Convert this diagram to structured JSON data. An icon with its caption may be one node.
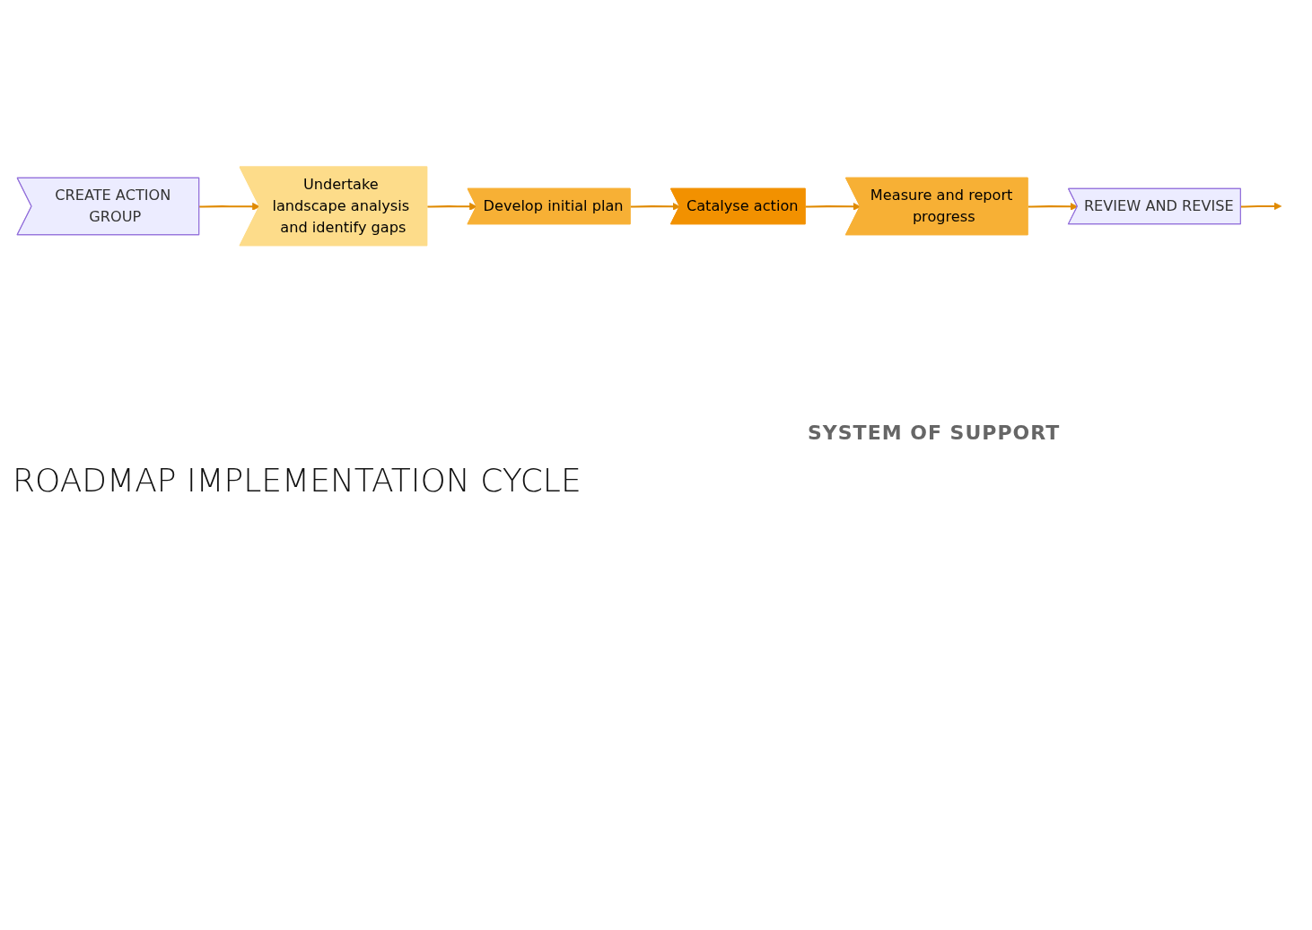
{
  "diagram": {
    "title": "ROADMAP IMPLEMENTATION CYCLE",
    "nodes": [
      {
        "text": [
          "CREATE ACTION GROUP"
        ]
      },
      {
        "text": [
          "Undertake landscape analysis and identify gaps"
        ]
      },
      {
        "text": [
          "Develop initial plan"
        ]
      },
      {
        "text": [
          "Catalyse action"
        ]
      },
      {
        "text": [
          "Measure and report progress"
        ]
      },
      {
        "text": [
          "REVIEW AND REVISE"
        ]
      }
    ],
    "edges": [
      {
        "from": 0,
        "to": 1,
        "arrow": "to"
      },
      {
        "from": 1,
        "to": 2,
        "arrow": "to"
      },
      {
        "from": 2,
        "to": 3,
        "arrow": "to"
      },
      {
        "from": 3,
        "to": 4,
        "arrow": "to"
      },
      {
        "from": 4,
        "to": 5,
        "arrow": "to"
      },
      {
        "from": 5,
        "to": null,
        "arrow": "to"
      }
    ],
    "labels": [
      "SYSTEM OF SUPPORT"
    ]
  }
}
